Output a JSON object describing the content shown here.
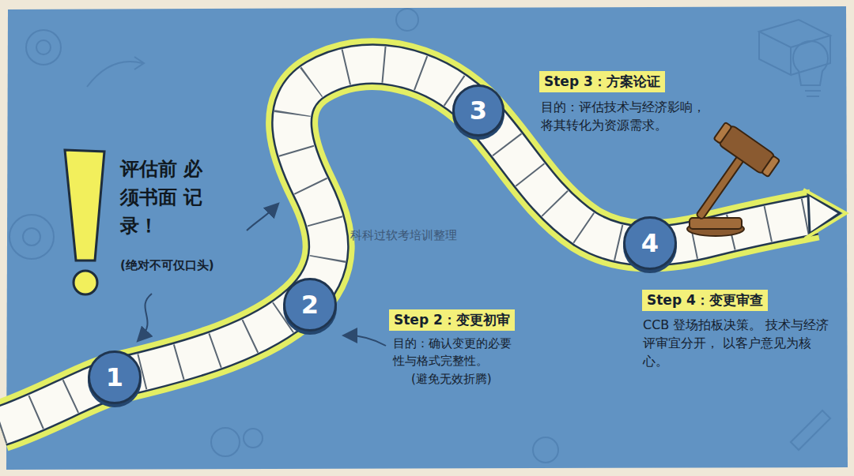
{
  "diagram": {
    "nodes": [
      {
        "text": [
          "1"
        ]
      },
      {
        "text": [
          "2"
        ]
      },
      {
        "text": [
          "3"
        ]
      },
      {
        "text": [
          "4"
        ]
      }
    ],
    "labels": [
      "评估前 必须书面 记录！",
      "(绝对不可仅口头)",
      "Step 2：变更初审",
      "目的：确认变更的必要性与格式完整性。",
      "(避免无效折腾)",
      "Step 3：方案论证",
      "目的：评估技术与经济影响，将其转化为资源需求。",
      "Step 4：变更审查",
      "CCB 登场拍板决策。 技术与经济评审宜分开， 以客户意见为核心。",
      "科科过软考培训整理"
    ]
  }
}
